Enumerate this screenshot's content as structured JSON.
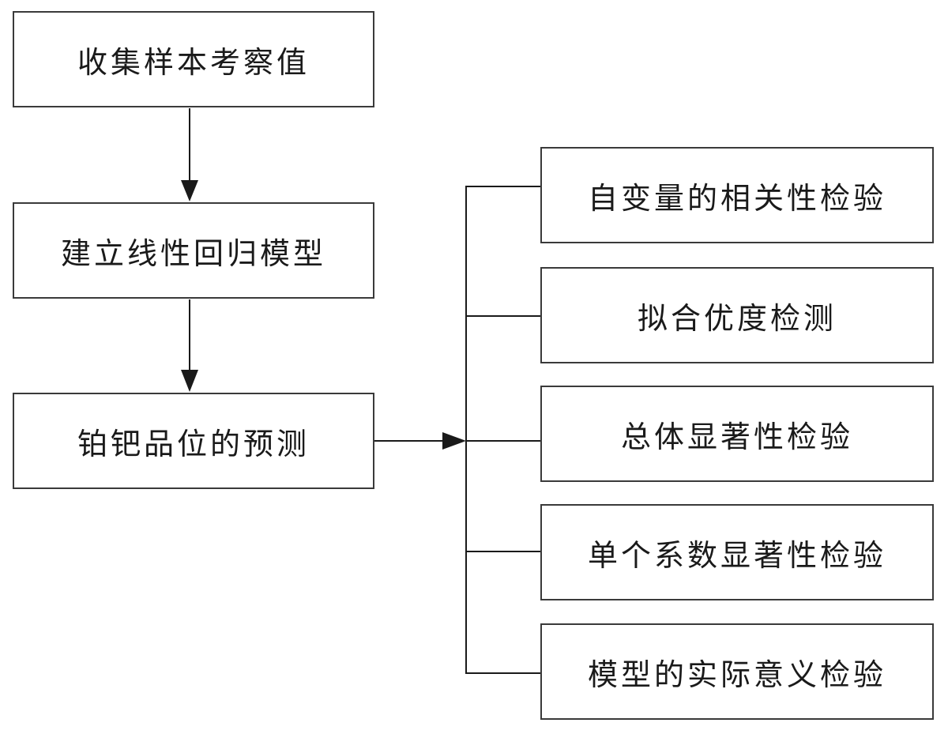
{
  "flow": {
    "steps": [
      {
        "label": "收集样本考察值"
      },
      {
        "label": "建立线性回归模型"
      },
      {
        "label": "铂钯品位的预测"
      }
    ]
  },
  "checks": {
    "items": [
      {
        "label": "自变量的相关性检验"
      },
      {
        "label": "拟合优度检测"
      },
      {
        "label": "总体显著性检验"
      },
      {
        "label": "单个系数显著性检验"
      },
      {
        "label": "模型的实际意义检验"
      }
    ]
  },
  "colors": {
    "line": "#1a1a1a",
    "border": "#3a3a3a",
    "text": "#1a1a1a",
    "background": "#ffffff"
  }
}
